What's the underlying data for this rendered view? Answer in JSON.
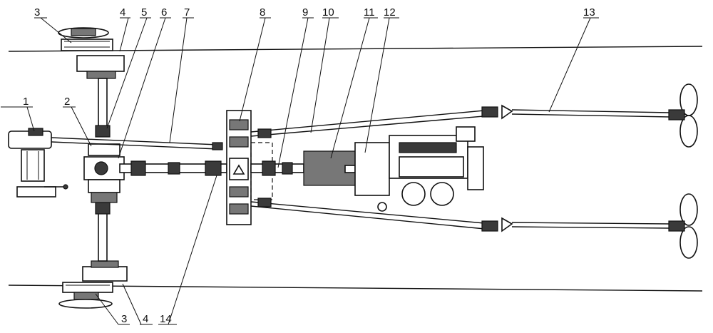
{
  "labels": {
    "l1": "1",
    "l2": "2",
    "l3_top": "3",
    "l4_top": "4",
    "l5": "5",
    "l6": "6",
    "l7": "7",
    "l8": "8",
    "l9": "9",
    "l10": "10",
    "l11": "11",
    "l12": "12",
    "l13": "13",
    "l3_bottom": "3",
    "l4_bottom": "4",
    "l14": "14"
  }
}
